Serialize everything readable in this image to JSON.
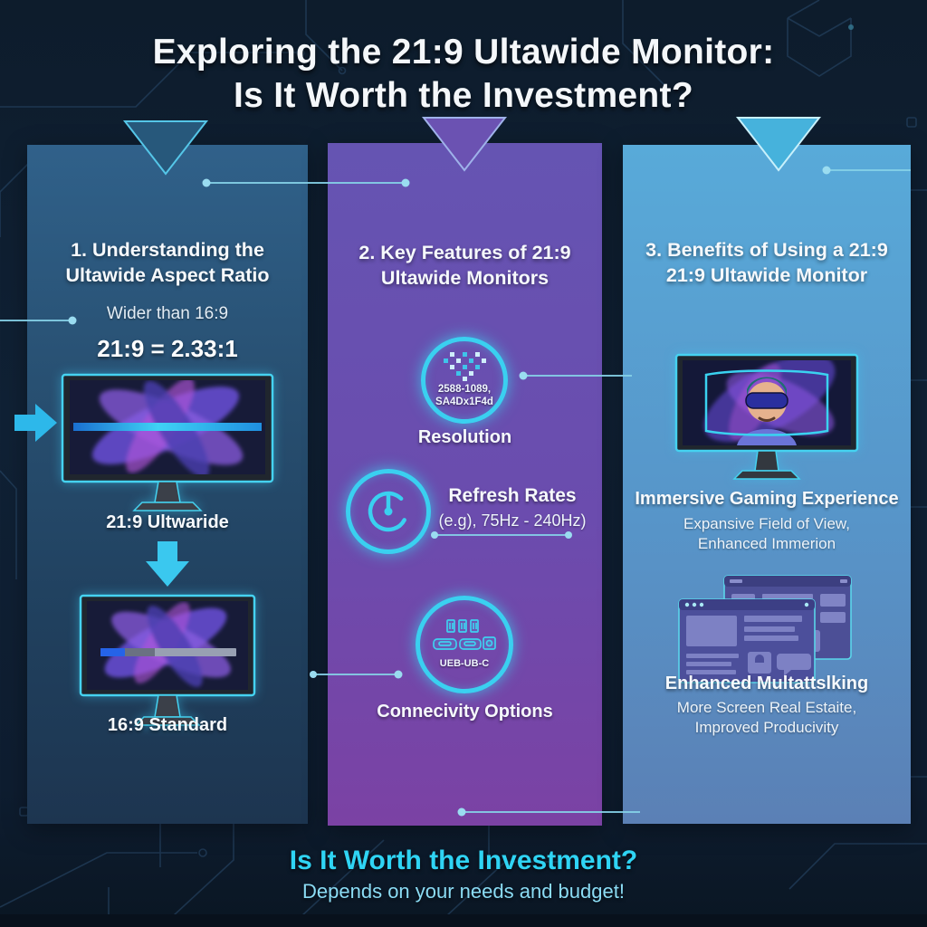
{
  "title": {
    "line1": "Exploring the 21:9 Ultawide Monitor:",
    "line2": "Is It Worth the Investment?"
  },
  "panel1": {
    "heading_line1": "1. Understanding the",
    "heading_line2": "Ultawide Aspect Ratio",
    "subheading": "Wider than 16:9",
    "ratio_equation": "21:9 = 2.33:1",
    "ultrawide_label": "21:9 Ultwaride",
    "standard_label": "16:9 Standard"
  },
  "panel2": {
    "heading_line1": "2. Key Features of 21:9",
    "heading_line2": "Ultawide Monitors",
    "resolution_badge_line1": "2588-1089,",
    "resolution_badge_line2": "SA4Dx1F4d",
    "resolution_label": "Resolution",
    "refresh_title": "Refresh Rates",
    "refresh_range": "(e.g), 75Hz - 240Hz)",
    "connectivity_badge": "UEB-UB-C",
    "connectivity_label": "Connecivity Options"
  },
  "panel3": {
    "heading_line1": "3. Benefits of Using a 21:9",
    "heading_line2": "21:9 Ultawide Monitor",
    "gaming_title": "Immersive Gaming Experience",
    "gaming_sub1": "Expansive Field of View,",
    "gaming_sub2": "Enhanced Immerion",
    "multitask_title": "Enhanced Multattslking",
    "multitask_sub1": "More Screen Real Estaite,",
    "multitask_sub2": "Improved Producivity"
  },
  "footer": {
    "question": "Is It Worth the Investment?",
    "answer": "Depends on your needs and budget!"
  },
  "colors": {
    "background": "#102135",
    "accent_cyan": "#3ac8ef",
    "panel1_top": "#30618a",
    "panel1_bottom": "#1d3550",
    "panel2_top": "#6554b2",
    "panel2_bottom": "#7b42a4",
    "panel3_top": "#58aad9",
    "panel3_bottom": "#5b80b5",
    "title_text": "#f4f7fa",
    "footer_question": "#2fd4f4",
    "footer_answer": "#8bdcf4"
  },
  "icons": {
    "panel_markers": "down-triangle-icon",
    "entry": "right-arrow-icon",
    "flow": "down-arrow-icon",
    "resolution": "pixel-grid-icon",
    "refresh": "gauge-icon",
    "connectivity": "ports-icon",
    "gaming": "vr-monitor-image",
    "multitask": "windows-image"
  }
}
